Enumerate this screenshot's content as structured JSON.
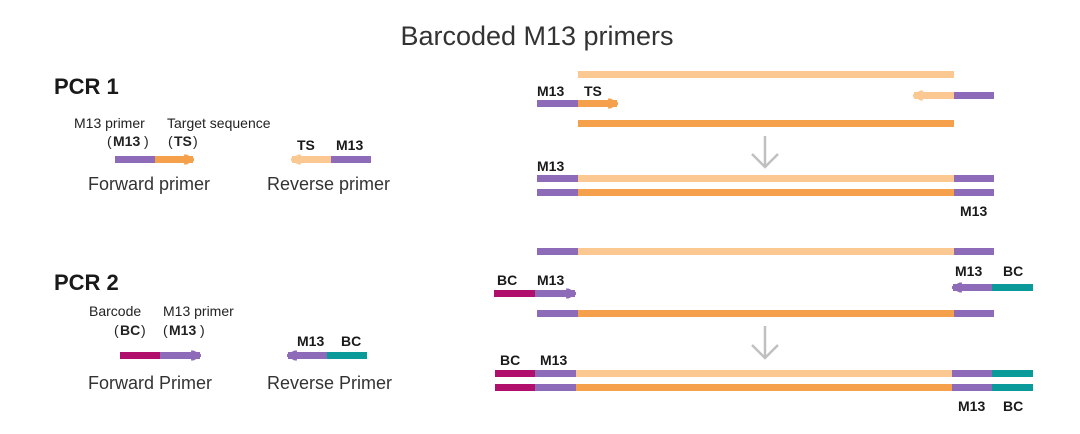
{
  "title": "Barcoded M13 primers",
  "colors": {
    "m13": "#8e6bb8",
    "target_light": "#fbc892",
    "target_dark": "#f5a04a",
    "barcode": "#b0106c",
    "barcode_end": "#0a9a9a",
    "arrow_gray": "#c0c0c0"
  },
  "pcr1": {
    "heading": "PCR 1",
    "m13_primer_label": "M13 primer",
    "m13_abbrev": "M13",
    "target_label": "Target sequence",
    "ts_abbrev": "TS",
    "forward_caption": "Forward primer",
    "reverse_caption": "Reverse primer",
    "reverse_ts": "TS",
    "reverse_m13": "M13",
    "right_m13_top": "M13",
    "right_ts_top": "TS",
    "right_m13_result": "M13",
    "right_m13_result_end": "M13"
  },
  "pcr2": {
    "heading": "PCR 2",
    "barcode_label": "Barcode",
    "bc_abbrev": "BC",
    "m13_primer_label": "M13 primer",
    "m13_abbrev": "M13",
    "forward_caption": "Forward Primer",
    "reverse_caption": "Reverse Primer",
    "reverse_m13": "M13",
    "reverse_bc": "BC",
    "right_bc_left": "BC",
    "right_m13_left": "M13",
    "right_m13_right": "M13",
    "right_bc_right": "BC",
    "result_bc_left": "BC",
    "result_m13_left": "M13",
    "result_m13_right": "M13",
    "result_bc_right": "BC"
  },
  "icons": [
    "down-arrow-icon",
    "primer-arrow-icon"
  ]
}
